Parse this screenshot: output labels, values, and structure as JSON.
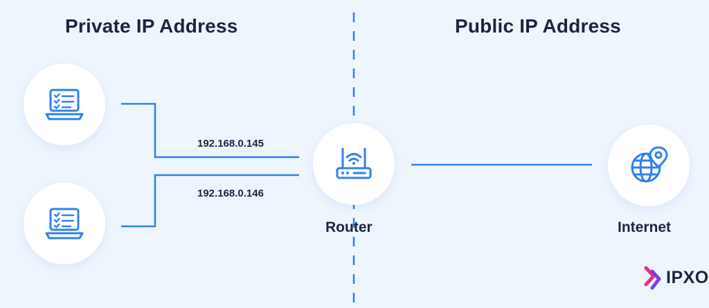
{
  "headings": {
    "private": "Private IP Address",
    "public": "Public IP Address"
  },
  "devices": [
    {
      "icon": "laptop-checklist-icon",
      "ip": "192.168.0.145"
    },
    {
      "icon": "laptop-checklist-icon",
      "ip": "192.168.0.146"
    }
  ],
  "router": {
    "icon": "wifi-router-icon",
    "label": "Router"
  },
  "internet": {
    "icon": "globe-location-pin-icon",
    "label": "Internet"
  },
  "brand": {
    "text": "IPXO",
    "icon": "ipxo-logo-icon"
  },
  "colors": {
    "background": "#eef5fd",
    "accent": "#2f80ed",
    "heading": "#1b2540",
    "brand_pink": "#e2308a",
    "brand_purple": "#7b3fe4"
  }
}
